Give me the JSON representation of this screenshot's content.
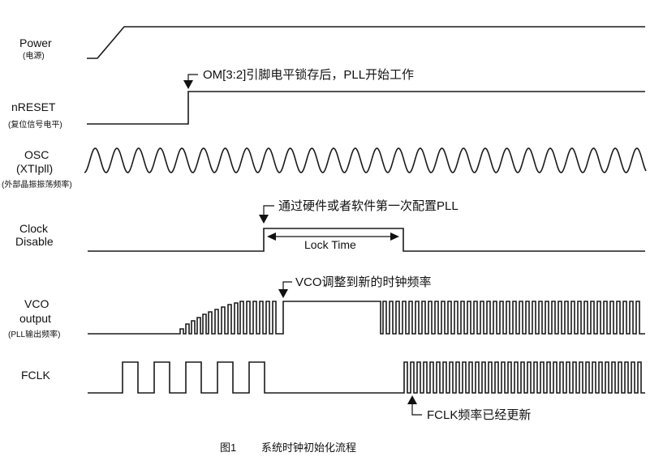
{
  "signals": {
    "power": {
      "name": "Power",
      "note": "(电源)"
    },
    "nreset": {
      "name": "nRESET",
      "note": "(复位信号电平)"
    },
    "osc": {
      "name": "OSC",
      "name2": "(XTIpll)",
      "note": "(外部晶振振荡频率)"
    },
    "clock_disable": {
      "name": "Clock",
      "name2": "Disable"
    },
    "vco": {
      "name": "VCO",
      "name2": "output",
      "note": "(PLL输出频率)"
    },
    "fclk": {
      "name": "FCLK"
    }
  },
  "annotations": {
    "om_latch": "OM[3:2]引脚电平锁存后，PLL开始工作",
    "configure_pll": "通过硬件或者软件第一次配置PLL",
    "lock_time": "Lock Time",
    "vco_adjust": "VCO调整到新的时钟频率",
    "fclk_update": "FCLK频率已经更新"
  },
  "caption": {
    "number": "图1",
    "title": "系统时钟初始化流程"
  }
}
